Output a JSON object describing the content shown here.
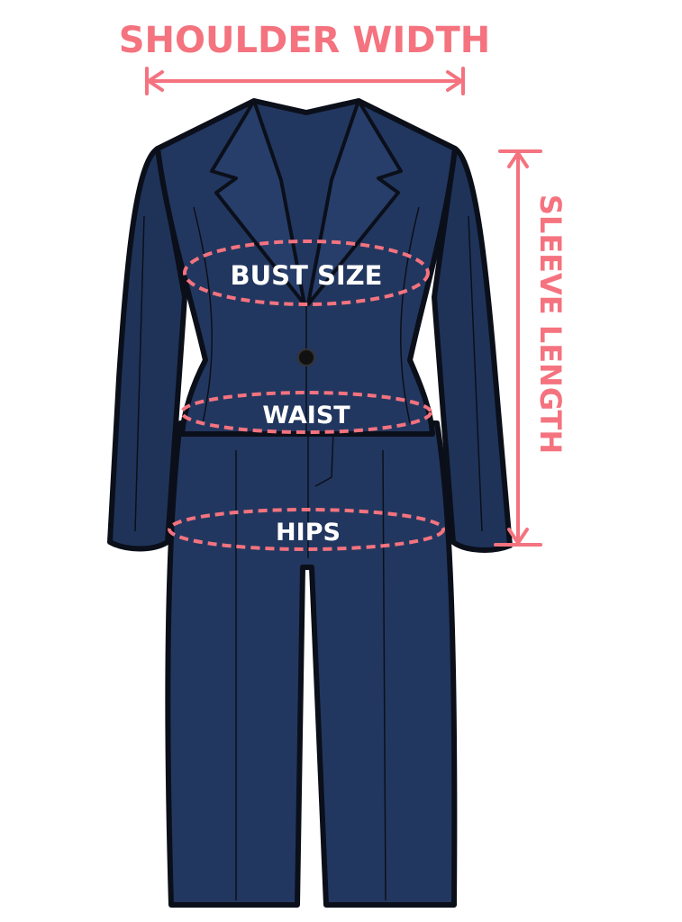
{
  "labels": {
    "shoulder_width": "SHOULDER WIDTH",
    "sleeve_length": "SLEEVE LENGTH",
    "bust_size": "BUST SIZE",
    "waist": "WAIST",
    "hips": "HIPS"
  },
  "colors": {
    "accent": "#f4737f",
    "suit": "#22375f",
    "suit_shade": "#1a2b4c",
    "outline": "#0b0f1a",
    "label_text": "#ffffff"
  }
}
